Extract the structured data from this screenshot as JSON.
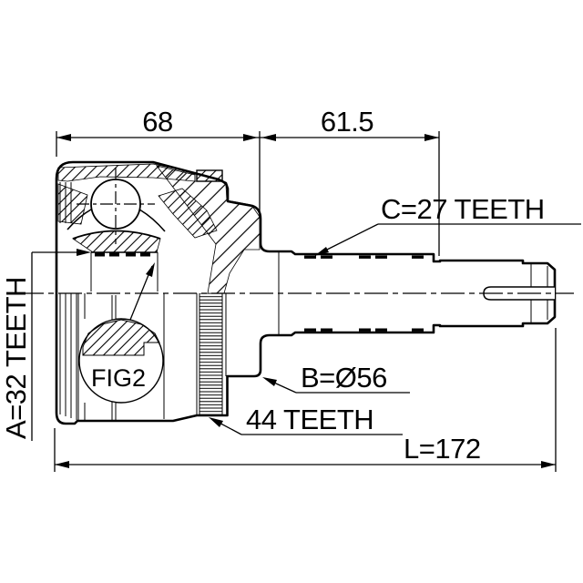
{
  "drawing": {
    "dim_top_left": "68",
    "dim_top_right": "61.5",
    "label_spline_c": "C=27 TEETH",
    "label_spline_a": "A=32 TEETH",
    "label_diameter_b": "B=Ø56",
    "label_ring_teeth": "44 TEETH",
    "label_overall_length": "L=172",
    "label_detail_figure": "FIG2"
  },
  "colors": {
    "ink": "#000000",
    "paper": "#ffffff"
  }
}
